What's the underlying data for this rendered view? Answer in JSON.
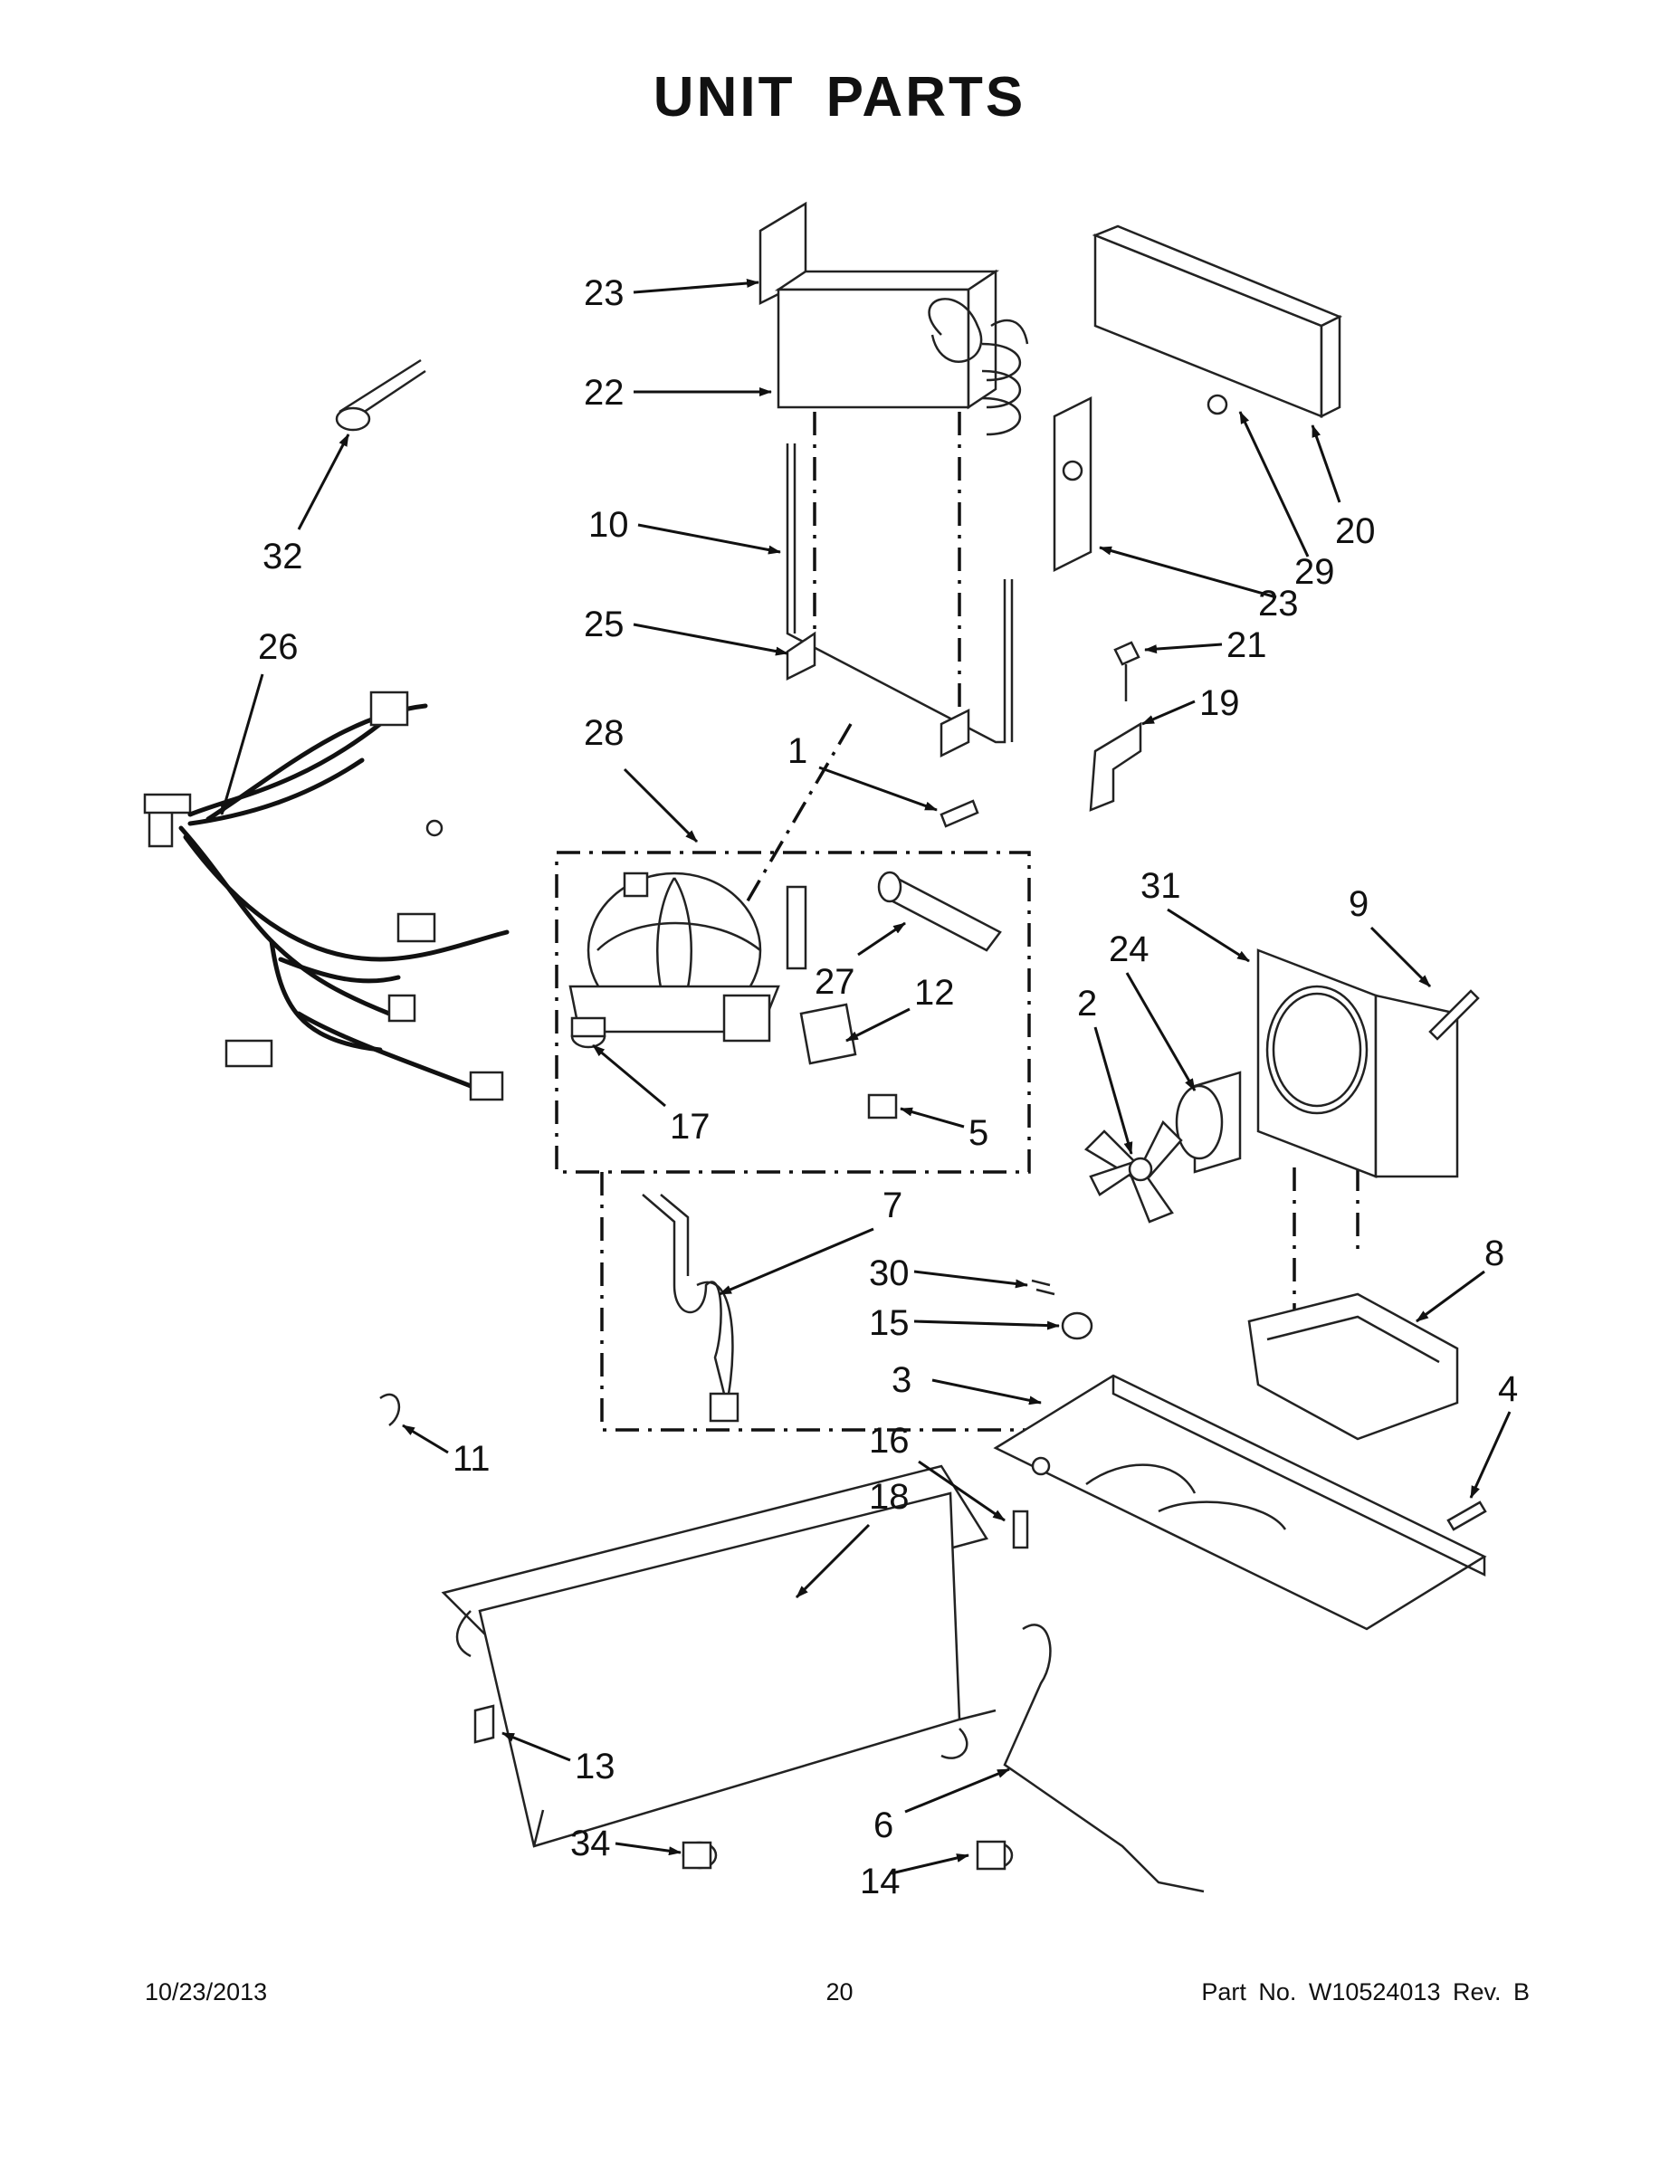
{
  "page": {
    "title": "UNIT PARTS",
    "footer": {
      "date": "10/23/2013",
      "page_number": "20",
      "part_number": "Part No.  W10524013  Rev.  B"
    }
  },
  "callouts": [
    "23",
    "22",
    "10",
    "25",
    "28",
    "1",
    "27",
    "12",
    "17",
    "5",
    "32",
    "26",
    "20",
    "29",
    "23",
    "21",
    "19",
    "31",
    "9",
    "24",
    "2",
    "7",
    "30",
    "15",
    "3",
    "16",
    "18",
    "8",
    "4",
    "11",
    "13",
    "6",
    "34",
    "14"
  ]
}
